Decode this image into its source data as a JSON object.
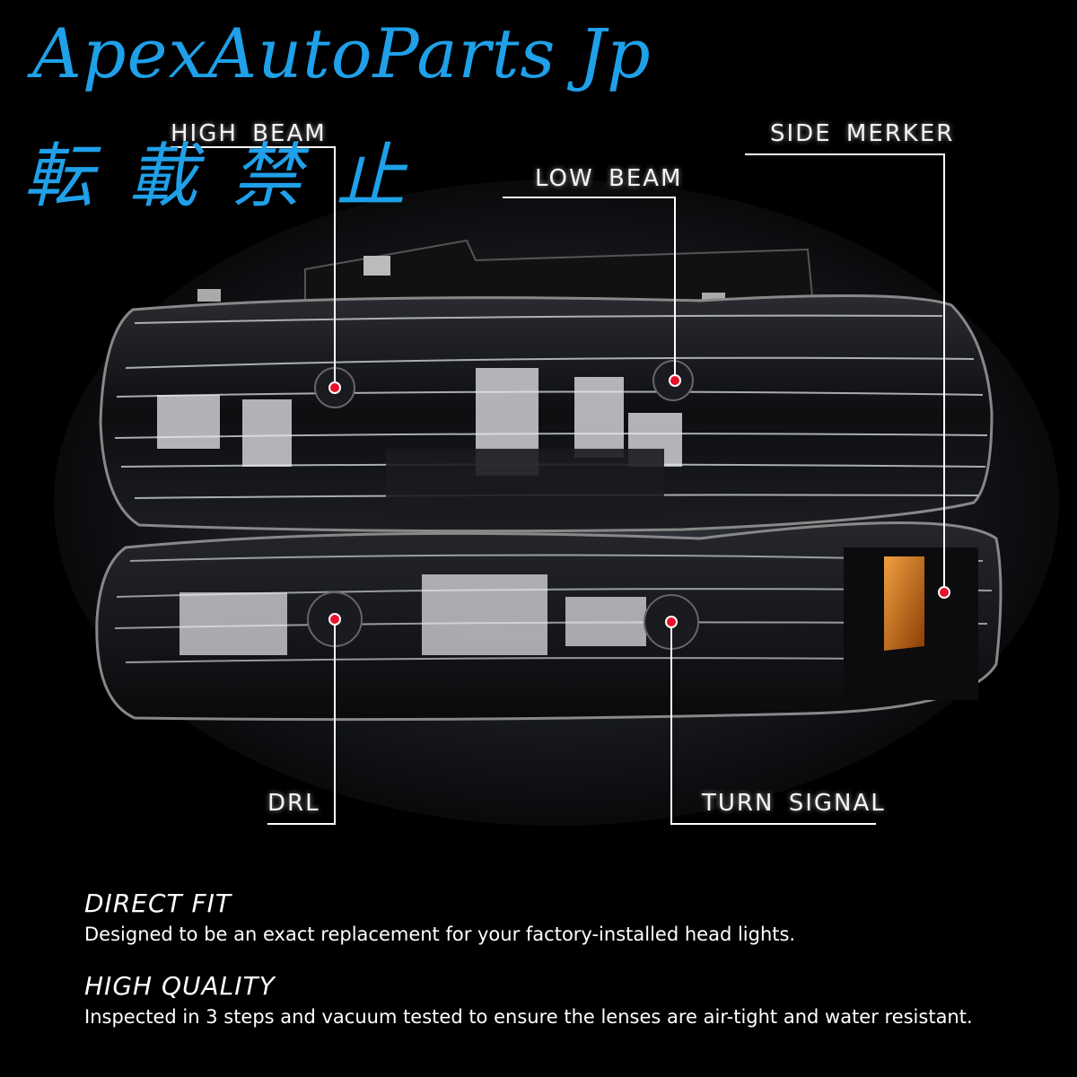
{
  "brand": {
    "title": "ApexAutoParts Jp",
    "notice": "転載禁止",
    "color": "#1fa0e8"
  },
  "callouts": {
    "high_beam": "HIGH BEAM",
    "low_beam": "LOW BEAM",
    "side_marker": "SIDE MERKER",
    "drl": "DRL",
    "turn_signal": "TURN SIGNAL"
  },
  "features": [
    {
      "title": "DIRECT FIT",
      "text": "Designed to be an exact replacement for your factory-installed head lights."
    },
    {
      "title": "HIGH QUALITY",
      "text": "Inspected in 3 steps and vacuum tested to ensure the lenses are air-tight and water resistant."
    }
  ],
  "colors": {
    "background": "#000000",
    "marker_dot": "#e8102a",
    "amber": "#d87a10"
  }
}
